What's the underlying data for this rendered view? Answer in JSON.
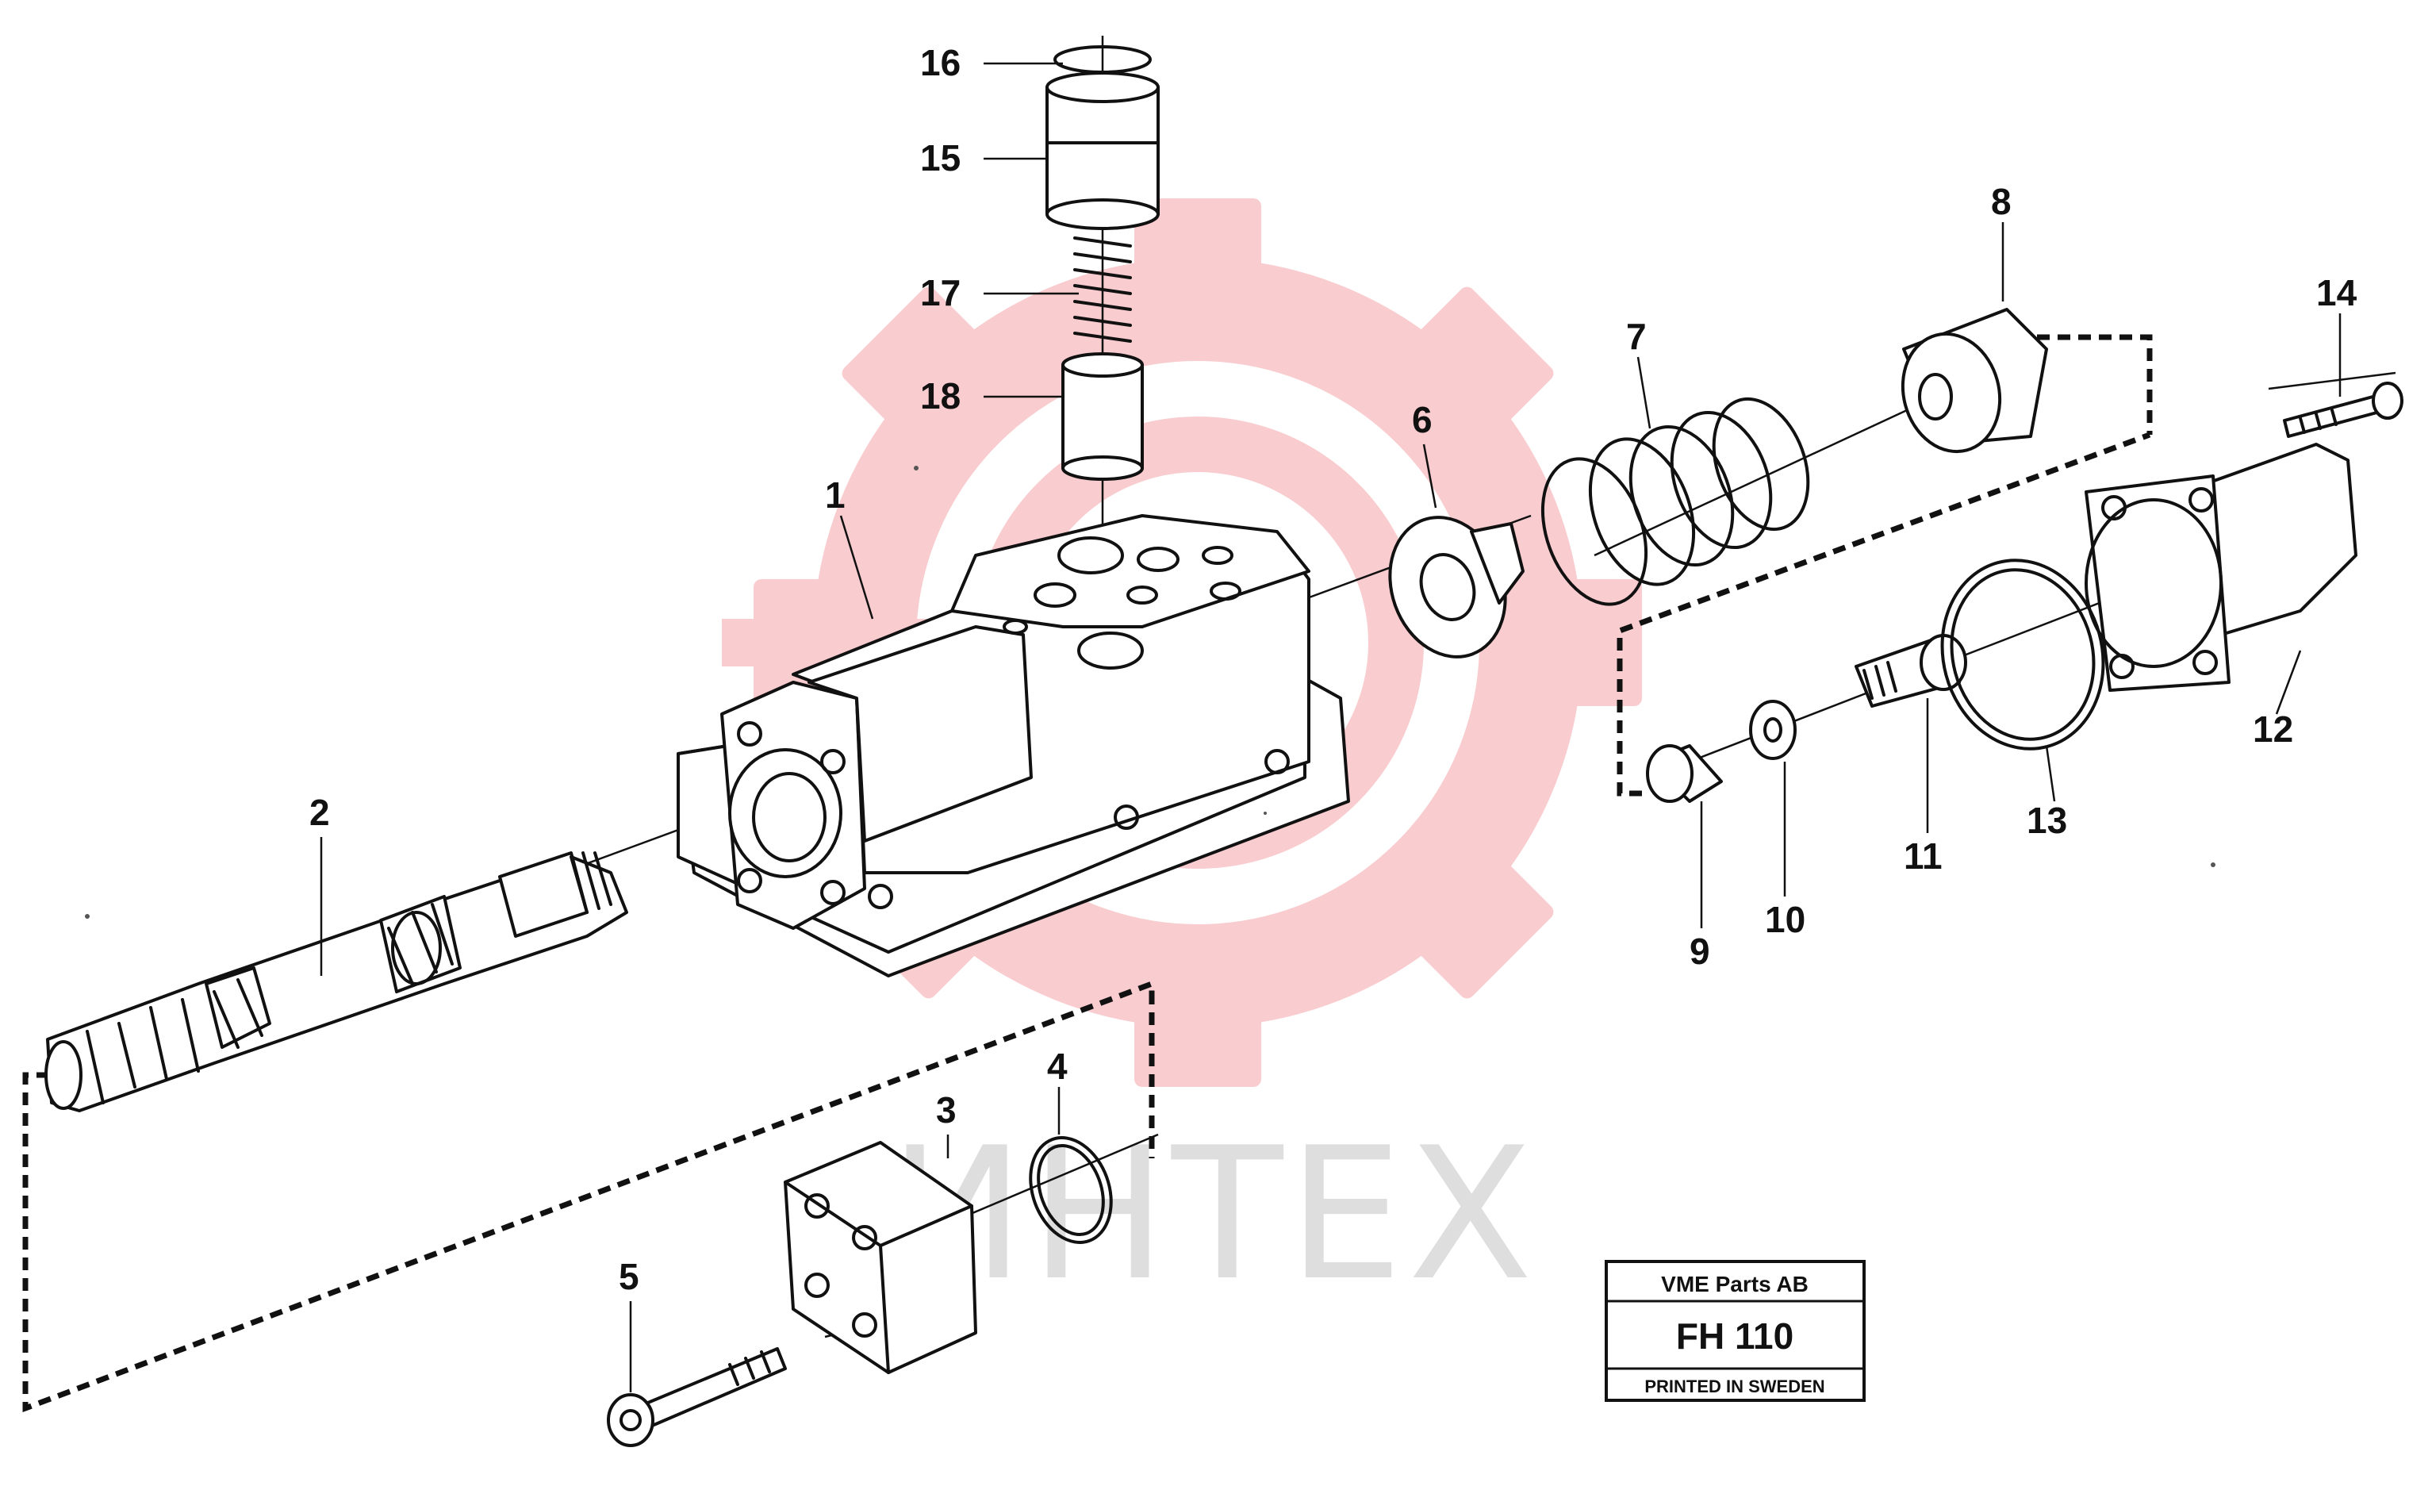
{
  "diagram": {
    "callouts": [
      {
        "id": "1",
        "label": "1"
      },
      {
        "id": "2",
        "label": "2"
      },
      {
        "id": "3",
        "label": "3"
      },
      {
        "id": "4",
        "label": "4"
      },
      {
        "id": "5",
        "label": "5"
      },
      {
        "id": "6",
        "label": "6"
      },
      {
        "id": "7",
        "label": "7"
      },
      {
        "id": "8",
        "label": "8"
      },
      {
        "id": "9",
        "label": "9"
      },
      {
        "id": "10",
        "label": "10"
      },
      {
        "id": "11",
        "label": "11"
      },
      {
        "id": "12",
        "label": "12"
      },
      {
        "id": "13",
        "label": "13"
      },
      {
        "id": "14",
        "label": "14"
      },
      {
        "id": "15",
        "label": "15"
      },
      {
        "id": "16",
        "label": "16"
      },
      {
        "id": "17",
        "label": "17"
      },
      {
        "id": "18",
        "label": "18"
      }
    ]
  },
  "watermark": {
    "text": "ИНТЕХ",
    "gear_color": "#f5b8bb",
    "text_color": "#d3d3d3"
  },
  "stamp": {
    "company": "VME Parts AB",
    "code": "FH 110",
    "origin": "PRINTED IN SWEDEN"
  }
}
